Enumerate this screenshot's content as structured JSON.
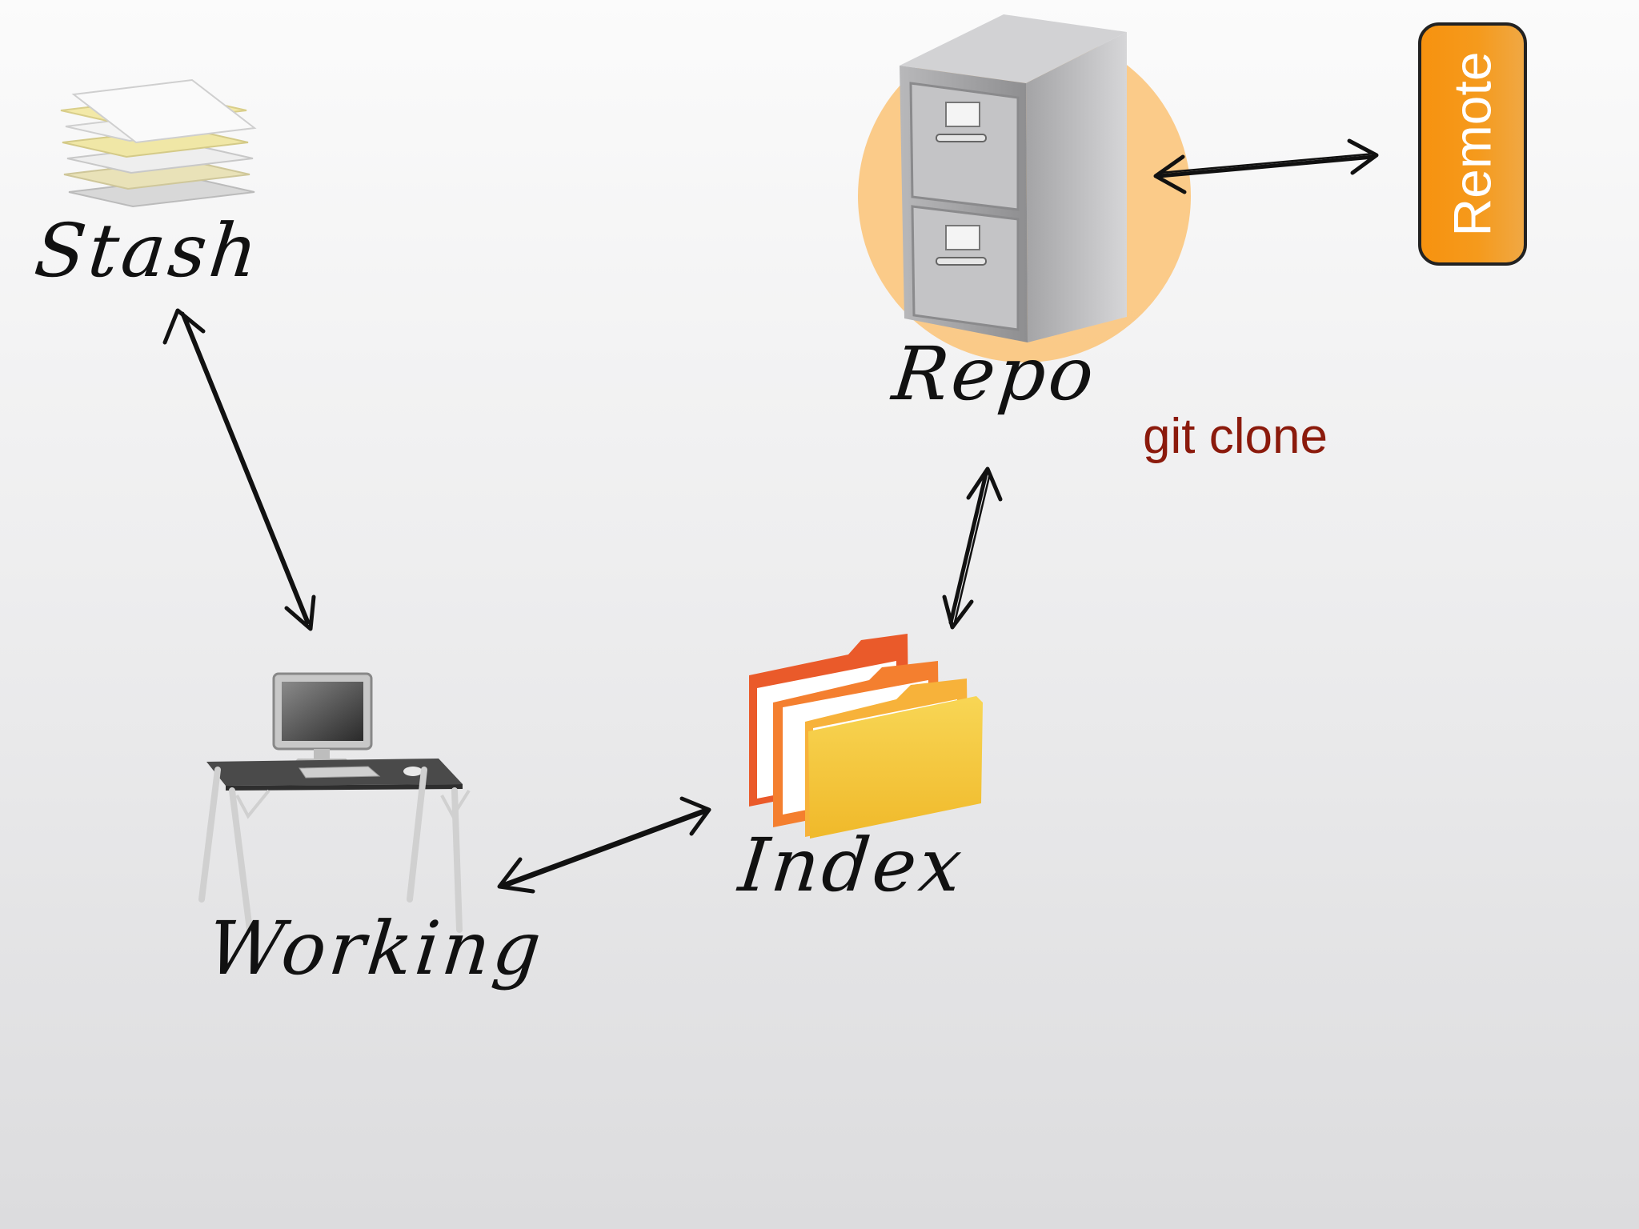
{
  "nodes": {
    "stash": {
      "label": "Stash"
    },
    "repo": {
      "label": "Repo"
    },
    "index": {
      "label": "Index"
    },
    "working": {
      "label": "Working"
    },
    "remote": {
      "label": "Remote"
    }
  },
  "command": "git clone",
  "colors": {
    "command_text": "#8b1a0c",
    "remote_fill": "#f7920f",
    "repo_glow": "#fbc77f",
    "arrow": "#111111"
  },
  "icons": {
    "stash": "paper-stack-icon",
    "repo": "filing-cabinet-icon",
    "index": "folders-icon",
    "working": "computer-desk-icon"
  }
}
